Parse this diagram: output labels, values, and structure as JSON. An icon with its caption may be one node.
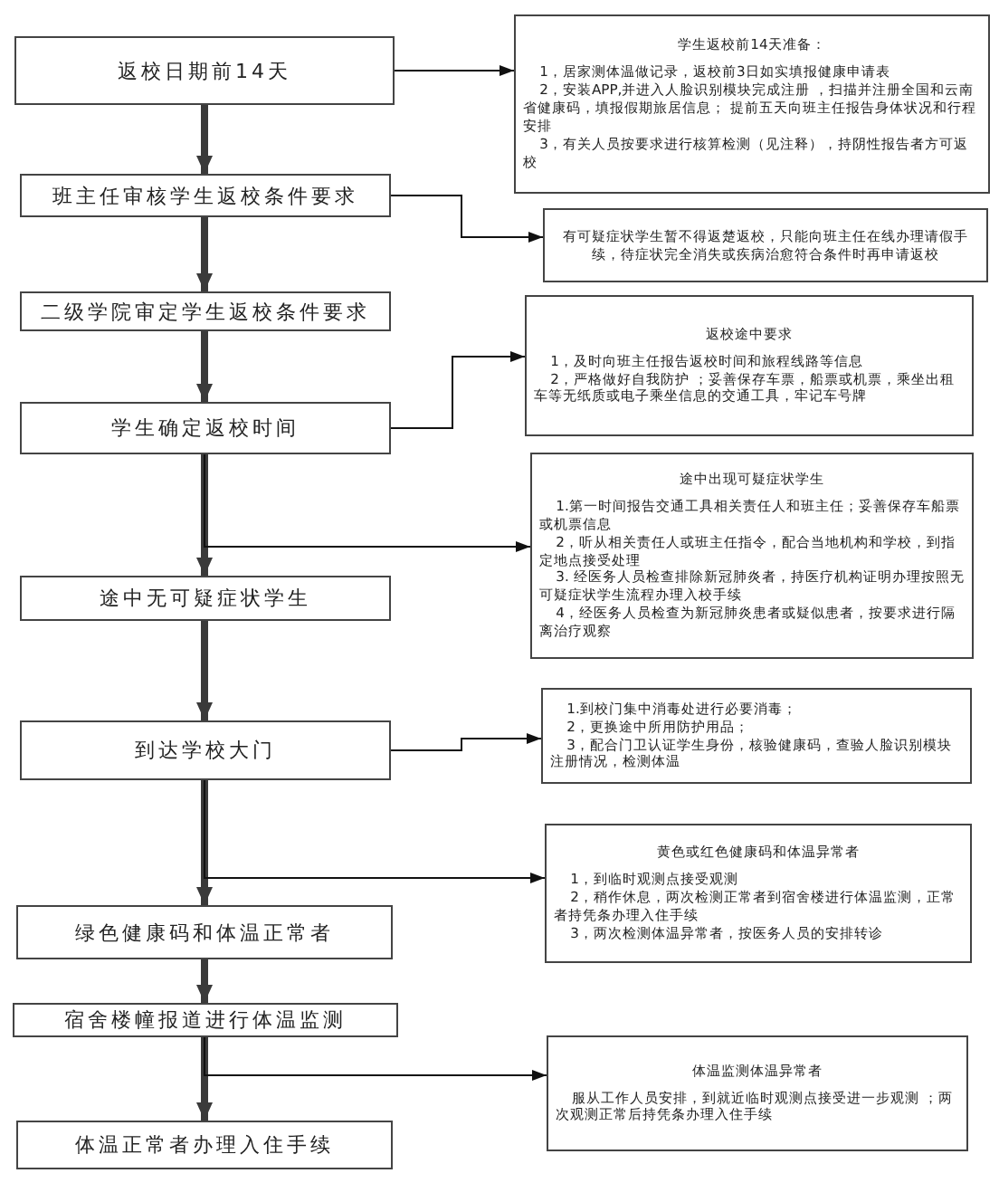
{
  "diagram": {
    "nodes": [
      {
        "text": [
          "返校日期前14天"
        ]
      },
      {
        "text": [
          "学生返校前14天准备：",
          "1，居家测体温做记录，返校前3日如实填报健康申请表",
          "2，安装APP,并进入人脸识别模块完成注册 ，扫描并注册全国和云南省健康码，填报假期旅居信息； 提前五天向班主任报告身体状况和行程安排",
          "3，有关人员按要求进行核算检测（见注释），持阴性报告者方可返校"
        ]
      },
      {
        "text": [
          "班主任审核学生返校条件要求"
        ]
      },
      {
        "text": [
          "有可疑症状学生暂不得返楚返校，只能向班主任在线办理请假手续，待症状完全消失或疾病治愈符合条件时再申请返校"
        ]
      },
      {
        "text": [
          "二级学院审定学生返校条件要求"
        ]
      },
      {
        "text": [
          "返校途中要求",
          "1，及时向班主任报告返校时间和旅程线路等信息",
          "2，严格做好自我防护 ；妥善保存车票，船票或机票，乘坐出租车等无纸质或电子乘坐信息的交通工具，牢记车号牌"
        ]
      },
      {
        "text": [
          "学生确定返校时间"
        ]
      },
      {
        "text": [
          "途中出现可疑症状学生",
          "1.第一时间报告交通工具相关责任人和班主任；妥善保存车船票或机票信息",
          "2，听从相关责任人或班主任指令，配合当地机构和学校，到指定地点接受处理",
          "3. 经医务人员检查排除新冠肺炎者，持医疗机构证明办理按照无可疑症状学生流程办理入校手续",
          "4，经医务人员检查为新冠肺炎患者或疑似患者，按要求进行隔离治疗观察"
        ]
      },
      {
        "text": [
          "途中无可疑症状学生"
        ]
      },
      {
        "text": [
          "到达学校大门"
        ]
      },
      {
        "text": [
          "1.到校门集中消毒处进行必要消毒；",
          "2，更换途中所用防护用品；",
          "3，配合门卫认证学生身份，核验健康码，查验人脸识别模块注册情况，检测体温"
        ]
      },
      {
        "text": [
          "黄色或红色健康码和体温异常者",
          "1，到临时观测点接受观测",
          "2，稍作休息，两次检测正常者到宿舍楼进行体温监测，正常者持凭条办理入住手续",
          "3，两次检测体温异常者，按医务人员的安排转诊"
        ]
      },
      {
        "text": [
          "绿色健康码和体温正常者"
        ]
      },
      {
        "text": [
          "宿舍楼幢报道进行体温监测"
        ]
      },
      {
        "text": [
          "体温监测体温异常者",
          "服从工作人员安排，到就近临时观测点接受进一步观测 ；两次观测正常后持凭条办理入住手续"
        ]
      },
      {
        "text": [
          "体温正常者办理入住手续"
        ]
      }
    ],
    "edges": [
      {
        "from": 0,
        "to": 2,
        "arrow": "to"
      },
      {
        "from": 0,
        "to": 1,
        "arrow": "to"
      },
      {
        "from": 2,
        "to": 4,
        "arrow": "to"
      },
      {
        "from": 2,
        "to": 3,
        "arrow": "to"
      },
      {
        "from": 4,
        "to": 6,
        "arrow": "to"
      },
      {
        "from": 6,
        "to": 5,
        "arrow": "to"
      },
      {
        "from": 6,
        "to": 8,
        "arrow": "to"
      },
      {
        "from": 6,
        "to": 7,
        "arrow": "to"
      },
      {
        "from": 8,
        "to": 9,
        "arrow": "to"
      },
      {
        "from": 9,
        "to": 12,
        "arrow": "to"
      },
      {
        "from": 9,
        "to": 10,
        "arrow": "to"
      },
      {
        "from": 9,
        "to": 11,
        "arrow": "to"
      },
      {
        "from": 12,
        "to": 13,
        "arrow": "to"
      },
      {
        "from": 13,
        "to": 15,
        "arrow": "to"
      },
      {
        "from": 13,
        "to": 14,
        "arrow": "to"
      }
    ]
  }
}
